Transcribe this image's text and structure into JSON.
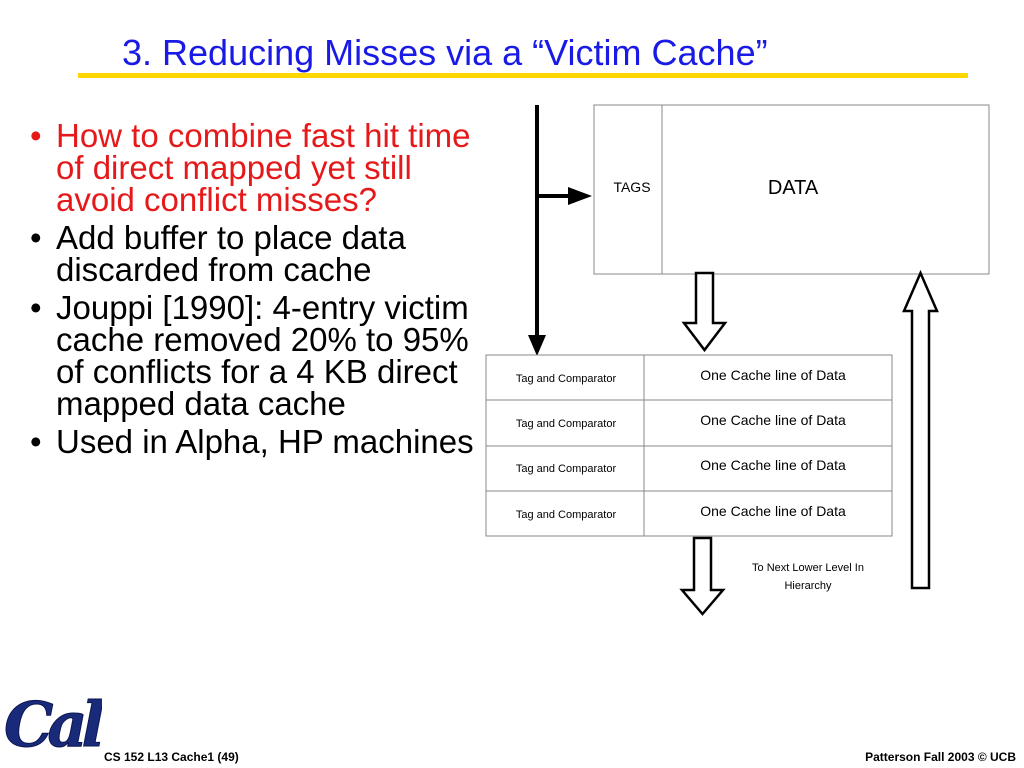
{
  "title": "3. Reducing Misses via a “Victim Cache”",
  "bullets": [
    {
      "text": "How to combine fast hit time of direct mapped yet still avoid conflict misses?",
      "color": "#e6191a"
    },
    {
      "text": "Add buffer to place data discarded from cache",
      "color": "#000000"
    },
    {
      "text": "Jouppi [1990]: 4-entry victim cache removed 20% to 95% of conflicts for a 4 KB direct mapped data cache",
      "color": "#000000"
    },
    {
      "text": "Used in Alpha, HP machines",
      "color": "#000000"
    }
  ],
  "bullet_glyph": "•",
  "diagram": {
    "tags_label": "TAGS",
    "data_label": "DATA",
    "victim_rows": [
      {
        "tag": "Tag and Comparator",
        "data": "One Cache line of Data"
      },
      {
        "tag": "Tag and Comparator",
        "data": "One Cache line of Data"
      },
      {
        "tag": "Tag and Comparator",
        "data": "One Cache line of Data"
      },
      {
        "tag": "Tag and Comparator",
        "data": "One Cache line of Data"
      }
    ],
    "next_level_line1": "To Next Lower Level In",
    "next_level_line2": "Hierarchy"
  },
  "footer": {
    "left": "CS 152 L13 Cache1 (49)",
    "right": "Patterson Fall 2003 © UCB"
  },
  "logo": {
    "text": "Cal",
    "color": "#1a2a7a",
    "icon": "cal-logo-icon"
  },
  "colors": {
    "title": "#1a1ae6",
    "rule": "#ffd700",
    "accent_red": "#e6191a"
  }
}
